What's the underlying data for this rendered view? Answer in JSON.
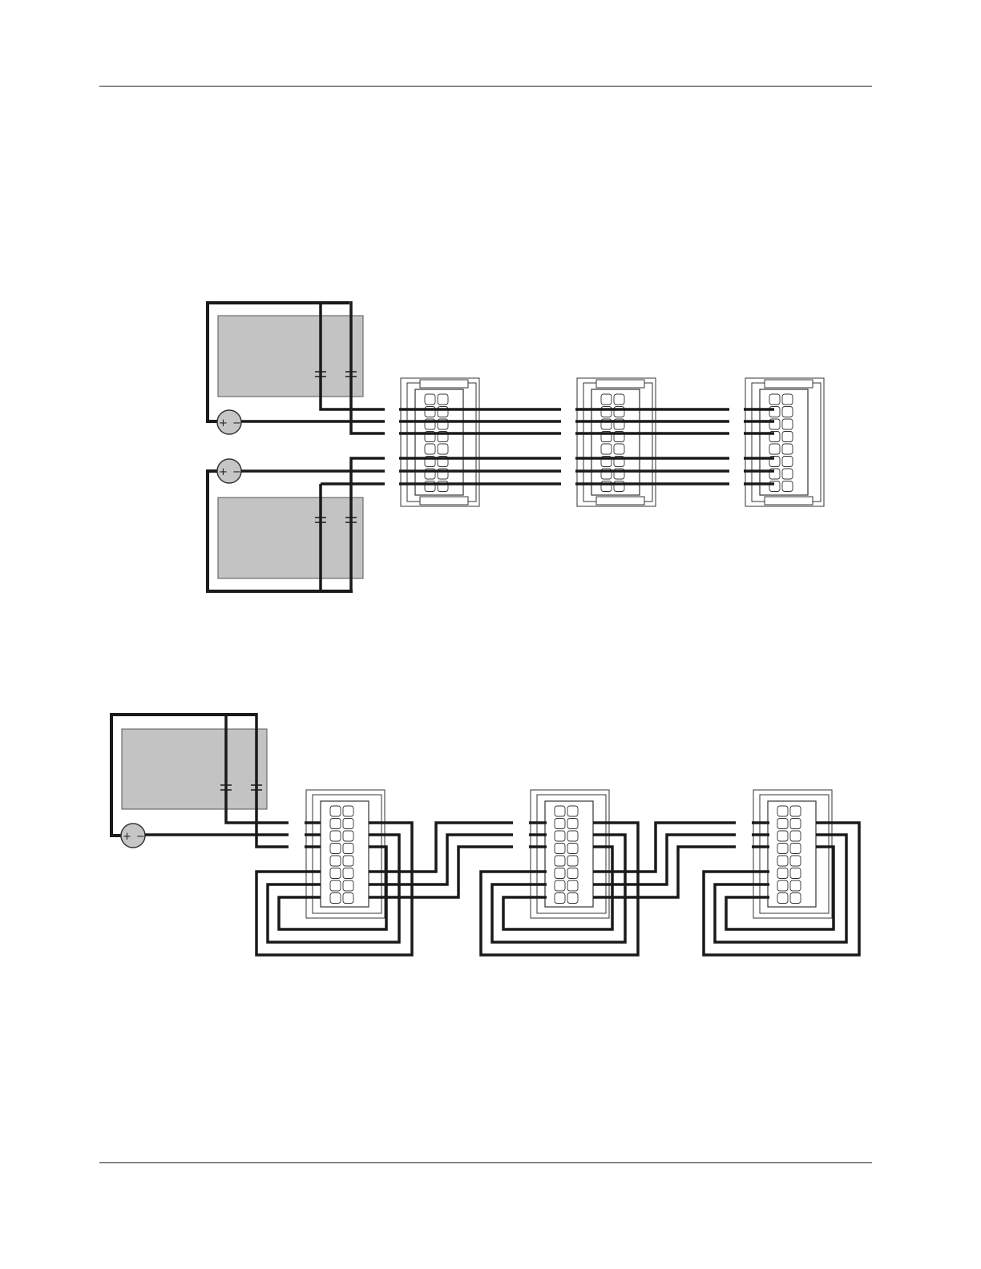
{
  "page": {
    "header_rule": true,
    "footer_rule": true
  },
  "colors": {
    "wire": "#1a1a1a",
    "panel_fill": "#c3c3c3",
    "outline": "#2a2a2a",
    "background": "#ffffff",
    "battery_fill": "#c6c6c6"
  },
  "battery_terminal_labels": {
    "positive": "+",
    "negative": "−"
  },
  "diagrams": [
    {
      "id": "top",
      "power_supplies": 2,
      "connector_blocks": 3,
      "wire_pairs": 6
    },
    {
      "id": "bottom",
      "power_supplies": 1,
      "connector_blocks": 3,
      "wire_pairs": 6,
      "loop_back": true
    }
  ],
  "icons": {
    "battery": "battery-icon",
    "capacitor": "capacitor-symbol-icon",
    "connector": "terminal-block-connector-icon"
  }
}
